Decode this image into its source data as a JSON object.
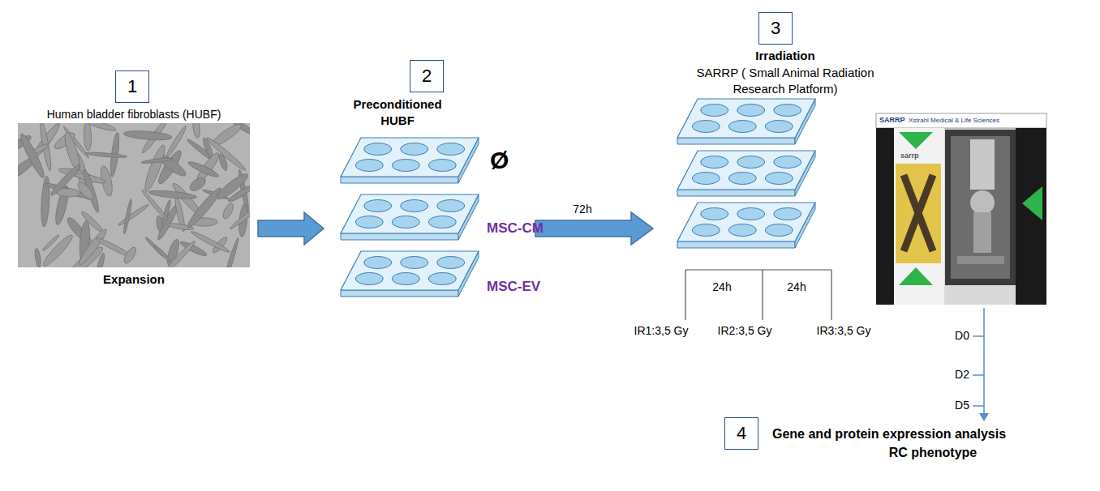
{
  "diagram": {
    "nodes": [
      {
        "text": [
          "1"
        ]
      },
      {
        "text": [
          "2"
        ]
      },
      {
        "text": [
          "3"
        ]
      },
      {
        "text": [
          "4"
        ]
      }
    ],
    "labels": [
      "Human bladder fibroblasts (HUBF)",
      "Expansion",
      "Preconditioned HUBF",
      "Ø",
      "MSC-CM",
      "MSC-EV",
      "72h",
      "Irradiation",
      "SARRP ( Small Animal Radiation Research Platform)",
      "SARRP",
      "Xstrahl Medical & Life Sciences",
      "sarrp",
      "24h",
      "24h",
      "IR1:3,5 Gy",
      "IR2:3,5 Gy",
      "IR3:3,5 Gy",
      "D0",
      "D2",
      "D5",
      "Gene and protein expression analysis",
      "RC phenotype"
    ]
  }
}
